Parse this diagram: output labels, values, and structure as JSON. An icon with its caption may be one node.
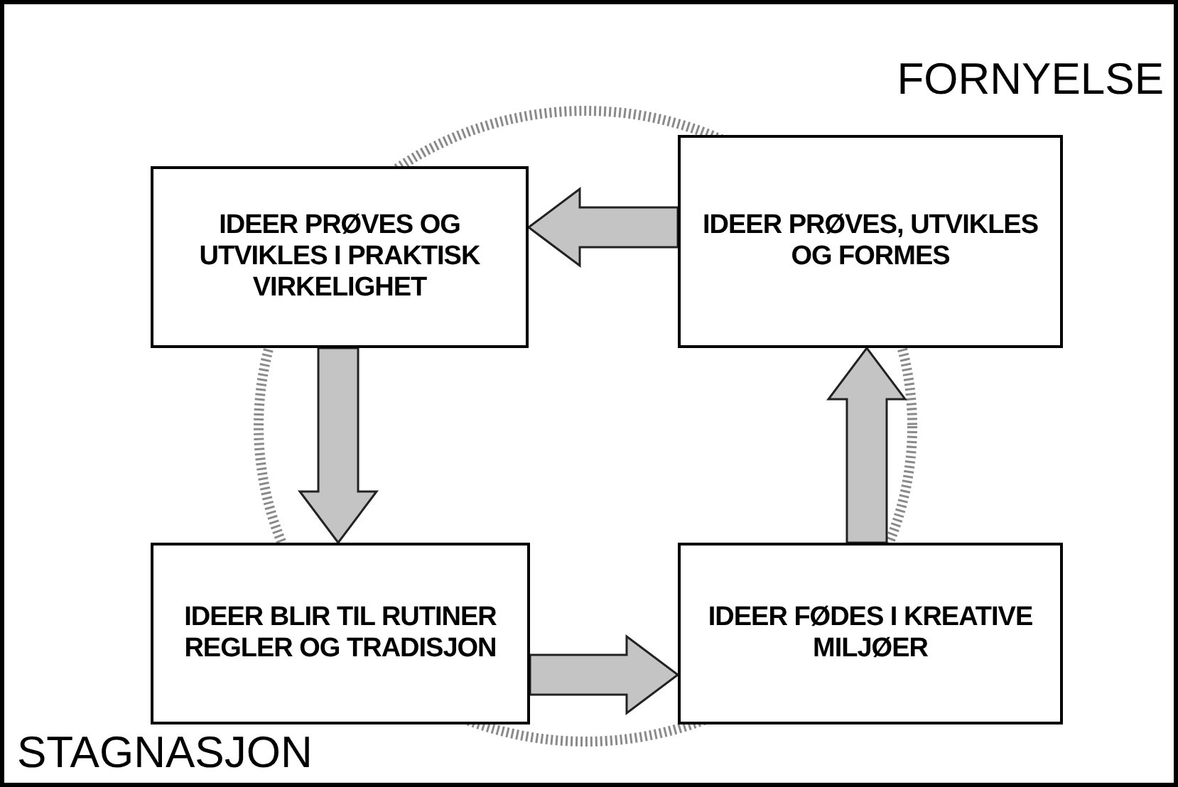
{
  "diagram": {
    "nodes": [
      {
        "text": [
          "IDEER PRØVES OG UTVIKLES I PRAKTISK VIRKELIGHET"
        ]
      },
      {
        "text": [
          "IDEER PRØVES, UTVIKLES OG FORMES"
        ]
      },
      {
        "text": [
          "IDEER BLIR TIL RUTINER REGLER OG TRADISJON"
        ]
      },
      {
        "text": [
          "IDEER FØDES I KREATIVE MILJØER"
        ]
      }
    ],
    "edges": [
      {
        "from": 1,
        "to": 0,
        "arrow": "to"
      },
      {
        "from": 0,
        "to": 2,
        "arrow": "to"
      },
      {
        "from": 2,
        "to": 3,
        "arrow": "to"
      },
      {
        "from": 3,
        "to": 1,
        "arrow": "to"
      }
    ],
    "labels": [
      "FORNYELSE",
      "STAGNASJON"
    ]
  }
}
